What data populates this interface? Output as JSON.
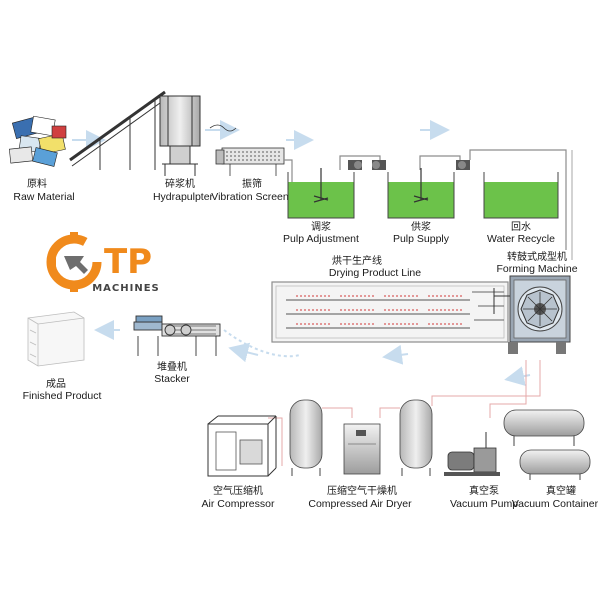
{
  "labels": {
    "raw_material_cn": "原料",
    "raw_material_en": "Raw Material",
    "hydrapulpter_cn": "碎浆机",
    "hydrapulpter_en": "Hydrapulpter",
    "vibration_screen_cn": "振筛",
    "vibration_screen_en": "Vibration Screen",
    "pulp_adjustment_cn": "调浆",
    "pulp_adjustment_en": "Pulp Adjustment",
    "pulp_supply_cn": "供浆",
    "pulp_supply_en": "Pulp Supply",
    "water_recycle_cn": "回水",
    "water_recycle_en": "Water Recycle",
    "forming_machine_cn": "转鼓式成型机",
    "forming_machine_en": "Forming Machine",
    "drying_line_cn": "烘干生产线",
    "drying_line_en": "Drying Product Line",
    "stacker_cn": "堆叠机",
    "stacker_en": "Stacker",
    "finished_product_cn": "成品",
    "finished_product_en": "Finished Product",
    "air_compressor_cn": "空气压缩机",
    "air_compressor_en": "Air Compressor",
    "air_dryer_cn": "压缩空气干燥机",
    "air_dryer_en": "Compressed Air Dryer",
    "vacuum_pump_cn": "真空泵",
    "vacuum_pump_en": "Vacuum Pump",
    "vacuum_container_cn": "真空罐",
    "vacuum_container_en": "Vacuum Container"
  },
  "logo": {
    "text_large": "TP",
    "text_small": "MACHINES"
  },
  "colors": {
    "logo_orange": "#f08a1c",
    "logo_gray": "#7a7a7a",
    "tank_water": "#6cc24a",
    "pipe_gray": "#9a9a9a",
    "flow_arrow": "#cfe3f4",
    "dryer_frame": "#8d8d8d",
    "dryer_red": "#d23a3a"
  }
}
